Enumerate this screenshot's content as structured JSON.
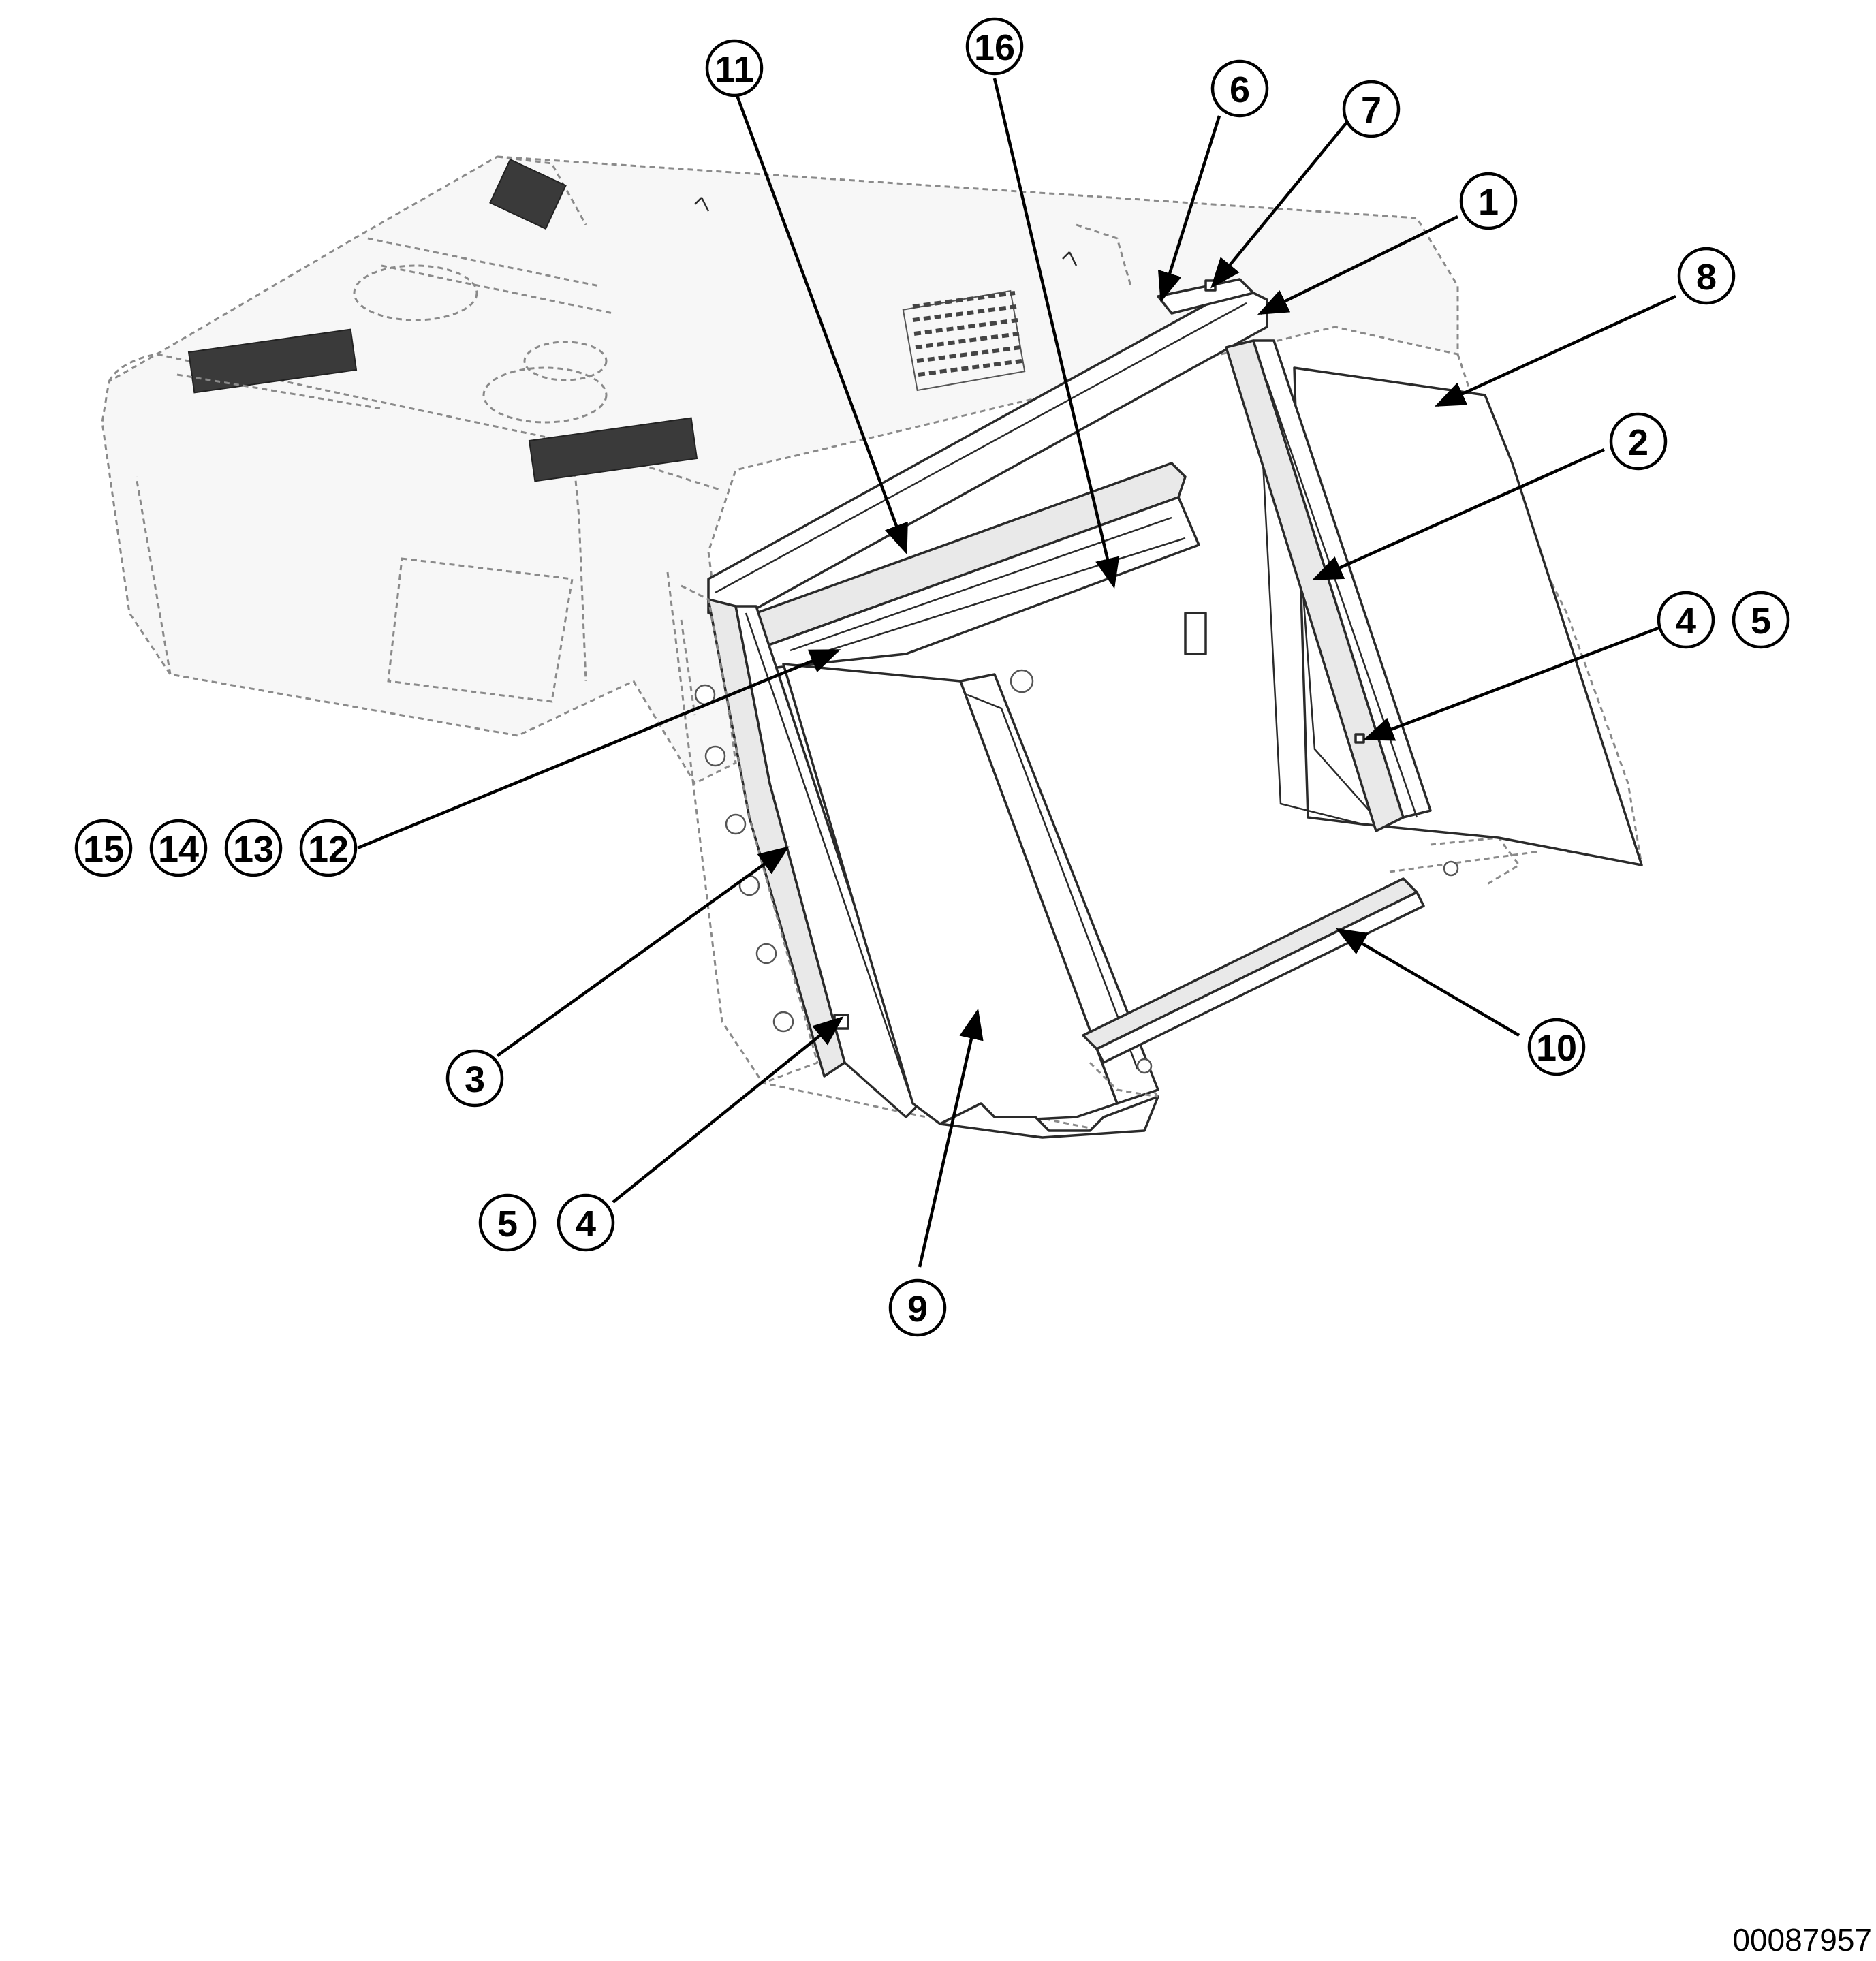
{
  "figure": {
    "id_label": "00087957"
  },
  "callouts": [
    {
      "key": "c11",
      "label": "11"
    },
    {
      "key": "c16",
      "label": "16"
    },
    {
      "key": "c6",
      "label": "6"
    },
    {
      "key": "c7",
      "label": "7"
    },
    {
      "key": "c1",
      "label": "1"
    },
    {
      "key": "c8",
      "label": "8"
    },
    {
      "key": "c2",
      "label": "2"
    },
    {
      "key": "c4a",
      "label": "4"
    },
    {
      "key": "c5a",
      "label": "5"
    },
    {
      "key": "c15",
      "label": "15"
    },
    {
      "key": "c14",
      "label": "14"
    },
    {
      "key": "c13",
      "label": "13"
    },
    {
      "key": "c12",
      "label": "12"
    },
    {
      "key": "c3",
      "label": "3"
    },
    {
      "key": "c10",
      "label": "10"
    },
    {
      "key": "c5b",
      "label": "5"
    },
    {
      "key": "c4b",
      "label": "4"
    },
    {
      "key": "c9",
      "label": "9"
    }
  ]
}
